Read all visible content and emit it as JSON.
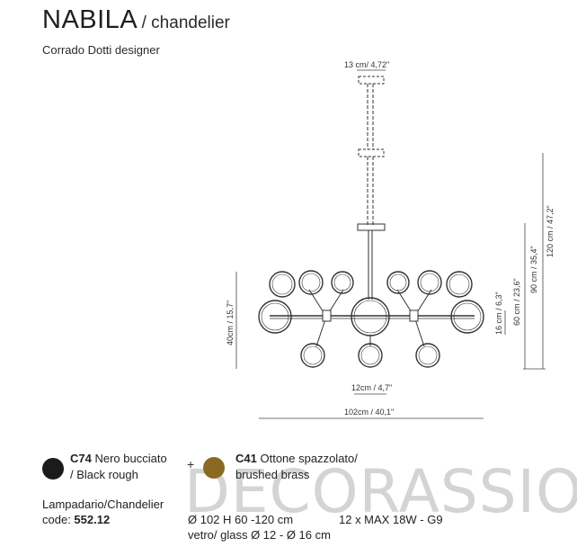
{
  "header": {
    "product_name": "NABILA",
    "product_type": "/ chandelier",
    "designer": "Corrado Dotti designer"
  },
  "dimensions": {
    "canopy_width": "13 cm/ 4,72\"",
    "diffuser_width": "12cm / 4,7\"",
    "total_width": "102cm / 40,1\"",
    "body_height": "40cm / 15,7\"",
    "h16": "16 cm / 6,3\"",
    "h60": "60 cm / 23,6\"",
    "h90": "90 cm / 35,4\"",
    "h120": "120 cm / 47,2\""
  },
  "watermark": "DECORASSIO",
  "finishes": [
    {
      "code": "C74",
      "name": "Nero bucciato",
      "name_en": "/ Black rough",
      "color": "#1b1b1b"
    },
    {
      "code": "C41",
      "name": "Ottone spazzolato/",
      "name_en": "brushed brass",
      "color": "#8a6a22"
    }
  ],
  "plus_sign": "+",
  "specs": {
    "lamp_type": "Lampadario/Chandelier",
    "code_label": "code: ",
    "code_value": "552.12",
    "dimensions": "Ø 102 H 60 -120 cm",
    "glass": "vetro/ glass Ø 12 - Ø 16 cm",
    "bulbs": "12 x MAX 18W - G9"
  }
}
